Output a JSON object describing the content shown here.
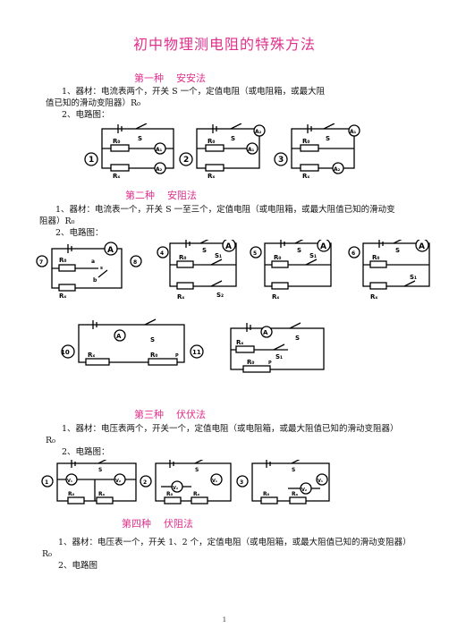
{
  "title": "初中物理测电阻的特殊方法",
  "sections": [
    {
      "heading_no": "第一种",
      "heading_name": "安安法",
      "item1_line1": "1、器材：电流表两个，开关 S 一个，定值电阻（或电阻箱，或最大阻",
      "item1_line2": "值已知的滑动变阻器）R₀",
      "item2": "2、电路图："
    },
    {
      "heading_no": "第二种",
      "heading_name": "安阻法",
      "item1_line1": "1、器材：电流表一个，开关 S 一至三个，定值电阻（或电阻箱，或最大阻值已知的滑动变",
      "item1_line2": "阻器）R₀",
      "item2": "2、电路图："
    },
    {
      "heading_no": "第三种",
      "heading_name": "伏伏法",
      "item1_line1": "1、器材：电压表两个，开关一个，定值电阻（或电阻箱，或最大阻值已知的滑动变阻器）",
      "item1_line2": "R₀",
      "item2": "2、电路图："
    },
    {
      "heading_no": "第四种",
      "heading_name": "伏阻法",
      "item1_line1": "1、器材：电压表一个，开关 1、2 个，定值电阻（或电阻箱，或最大阻值已知的滑动变阻器）",
      "item1_line2": "R₀",
      "item2": "2、电路图"
    }
  ],
  "labels": {
    "n1": "1",
    "n2": "2",
    "n3": "3",
    "n4": "4",
    "n5": "5",
    "n6": "6",
    "n7": "7",
    "n8": "8",
    "n10": "10",
    "n11": "11",
    "A": "A",
    "A1": "A₁",
    "A2": "A₂",
    "V1": "V₁",
    "V2": "V₂",
    "S": "S",
    "S1": "S₁",
    "S2": "S₂",
    "R0": "R₀",
    "Rx": "Rₓ",
    "P": "P",
    "a": "a",
    "b": "b",
    "s_small": "s"
  },
  "page_number": "1"
}
